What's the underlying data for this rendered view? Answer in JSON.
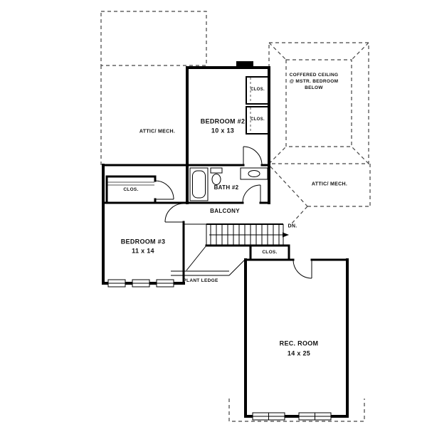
{
  "colors": {
    "background": "#ffffff",
    "wall": "#000000",
    "dashed_line": "#444444",
    "text": "#111111"
  },
  "rooms": {
    "bedroom2": {
      "name": "BEDROOM #2",
      "dims": "10 x 13"
    },
    "bedroom3": {
      "name": "BEDROOM #3",
      "dims": "11 x 14"
    },
    "rec_room": {
      "name": "REC. ROOM",
      "dims": "14 x 25"
    },
    "bath2": {
      "name": "BATH #2"
    },
    "balcony": {
      "name": "BALCONY"
    }
  },
  "closets": {
    "bedroom2_upper": "CLOS.",
    "bedroom2_lower": "CLOS.",
    "hall": "CLOS.",
    "stair": "CLOS."
  },
  "annotations": {
    "attic_mech_left": "ATTIC/ MECH.",
    "attic_mech_right": "ATTIC/ MECH.",
    "coffered_ceiling": {
      "line1": "COFFERED CEILING",
      "line2": "@ MSTR. BEDROOM",
      "line3": "BELOW"
    },
    "plant_ledge": "PLANT LEDGE",
    "down": "DN."
  }
}
